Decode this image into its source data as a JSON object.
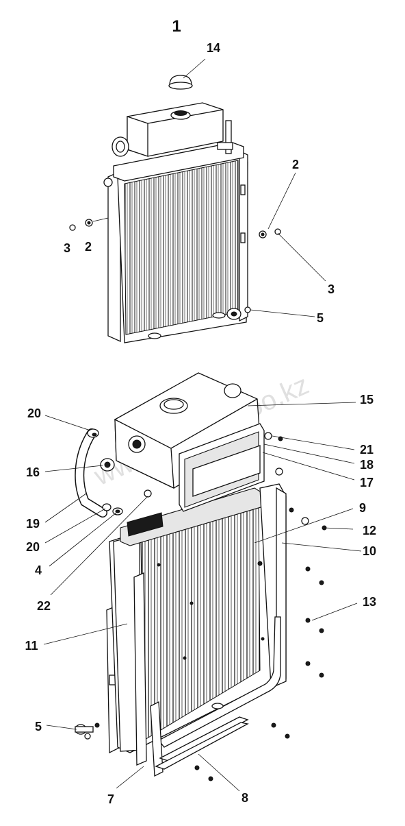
{
  "diagram": {
    "figure_number": "1",
    "watermark": "www.inmron-too.kz",
    "callouts": [
      "14",
      "2",
      "3",
      "2",
      "3",
      "5",
      "20",
      "15",
      "16",
      "21",
      "18",
      "17",
      "19",
      "9",
      "12",
      "20",
      "10",
      "4",
      "22",
      "13",
      "11",
      "5",
      "7",
      "8"
    ]
  }
}
